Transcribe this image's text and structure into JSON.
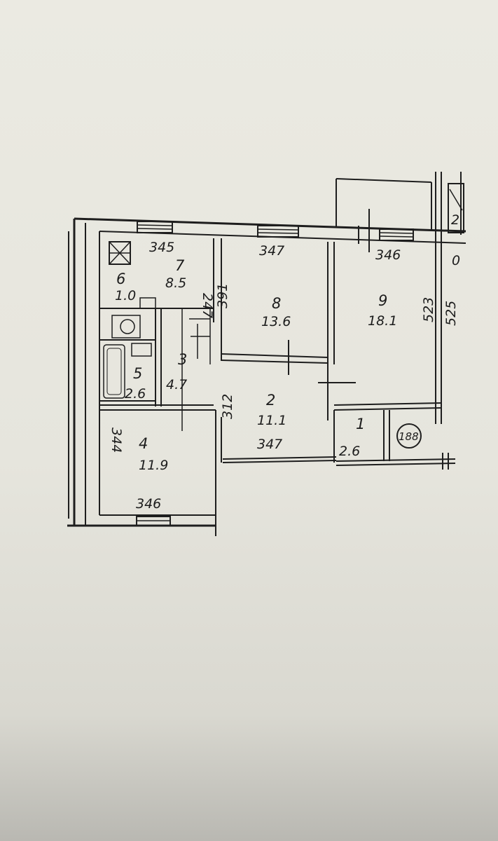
{
  "rooms": [
    {
      "num": "1",
      "area": "2.6"
    },
    {
      "num": "2",
      "area": "11.1"
    },
    {
      "num": "3",
      "area": "4.7"
    },
    {
      "num": "4",
      "area": "11.9"
    },
    {
      "num": "5",
      "area": "2.6"
    },
    {
      "num": "6",
      "area": "1.0"
    },
    {
      "num": "7",
      "area": "8.5"
    },
    {
      "num": "8",
      "area": "13.6"
    },
    {
      "num": "9",
      "area": "18.1"
    }
  ],
  "dimensions": {
    "kitchen_width": "345",
    "kitchen_side": "247",
    "room8_width": "347",
    "room8_depth": "391",
    "room9_width": "346",
    "room9_depth": "523",
    "loggia_depth": "525",
    "hall_width": "347",
    "hall_depth": "312",
    "room4_width": "346",
    "room4_depth": "344",
    "balcony_small": "2",
    "balcony_o": "0"
  },
  "shaft_label": "188"
}
